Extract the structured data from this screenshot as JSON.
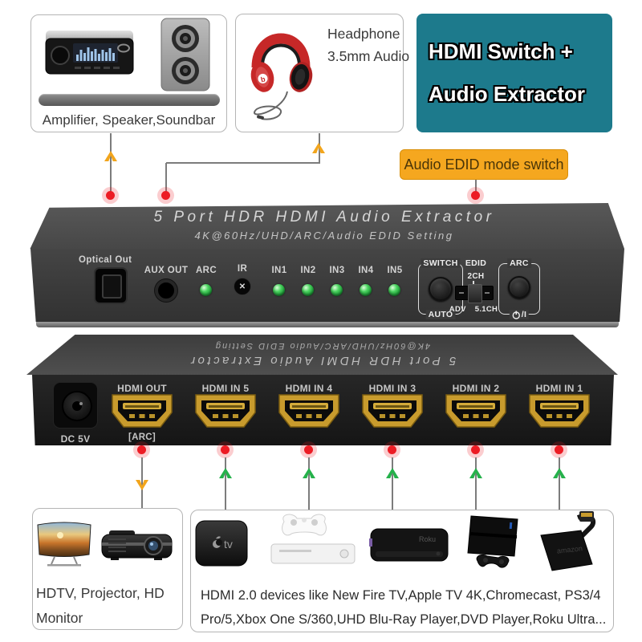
{
  "colors": {
    "teal_banner": "#1d7a8c",
    "callout_yellow": "#f5a71f",
    "dot_red": "#ec1c24",
    "arrow_orange": "#f2a51c",
    "arrow_green": "#25b14b",
    "led_green": "#2fce46",
    "hdmi_gold": "#c89b2d"
  },
  "top": {
    "audio_out_box": {
      "label": "Amplifier, Speaker,Soundbar"
    },
    "headphone_box": {
      "line1": "Headphone",
      "line2": "3.5mm Audio"
    },
    "banner": {
      "line1": "HDMI Switch +",
      "line2": "Audio Extractor"
    },
    "edid_callout": {
      "label": "Audio EDID mode switch"
    }
  },
  "front_panel": {
    "title": "5 Port HDR HDMI Audio Extractor",
    "subtitle": "4K@60Hz/UHD/ARC/Audio EDID Setting",
    "optical_label": "Optical Out",
    "aux_label": "AUX OUT",
    "arc_led_label": "ARC",
    "ir_label": "IR",
    "ir_mark": "✕",
    "inputs": [
      "IN1",
      "IN2",
      "IN3",
      "IN4",
      "IN5"
    ],
    "switch_group": {
      "top": "SWITCH",
      "bottom": "AUTO"
    },
    "edid_group": {
      "label": "EDID",
      "top": "2CH",
      "bottom_left": "ADV",
      "bottom_right": "5.1CH"
    },
    "arc_group": {
      "top": "ARC",
      "bottom": "/I"
    }
  },
  "back_panel": {
    "title": "5 Port HDR HDMI Audio Extractor",
    "subtitle": "4K@60Hz/UHD/ARC/Audio EDID Setting",
    "dc_label": "DC 5V",
    "arc_sub": "[ARC]",
    "ports": [
      "HDMI OUT",
      "HDMI IN 5",
      "HDMI IN 4",
      "HDMI IN 3",
      "HDMI IN 2",
      "HDMI IN 1"
    ]
  },
  "bottom": {
    "display_box": {
      "label": "HDTV, Projector, HD Monitor"
    },
    "sources_box": {
      "label": "HDMI 2.0 devices like New Fire TV,Apple TV 4K,Chromecast, PS3/4 Pro/5,Xbox One S/360,UHD Blu-Ray Player,DVD Player,Roku Ultra..."
    }
  },
  "device_logos": {
    "apple_tv": "tv",
    "roku": "Roku",
    "fire_tv": "amazon"
  }
}
